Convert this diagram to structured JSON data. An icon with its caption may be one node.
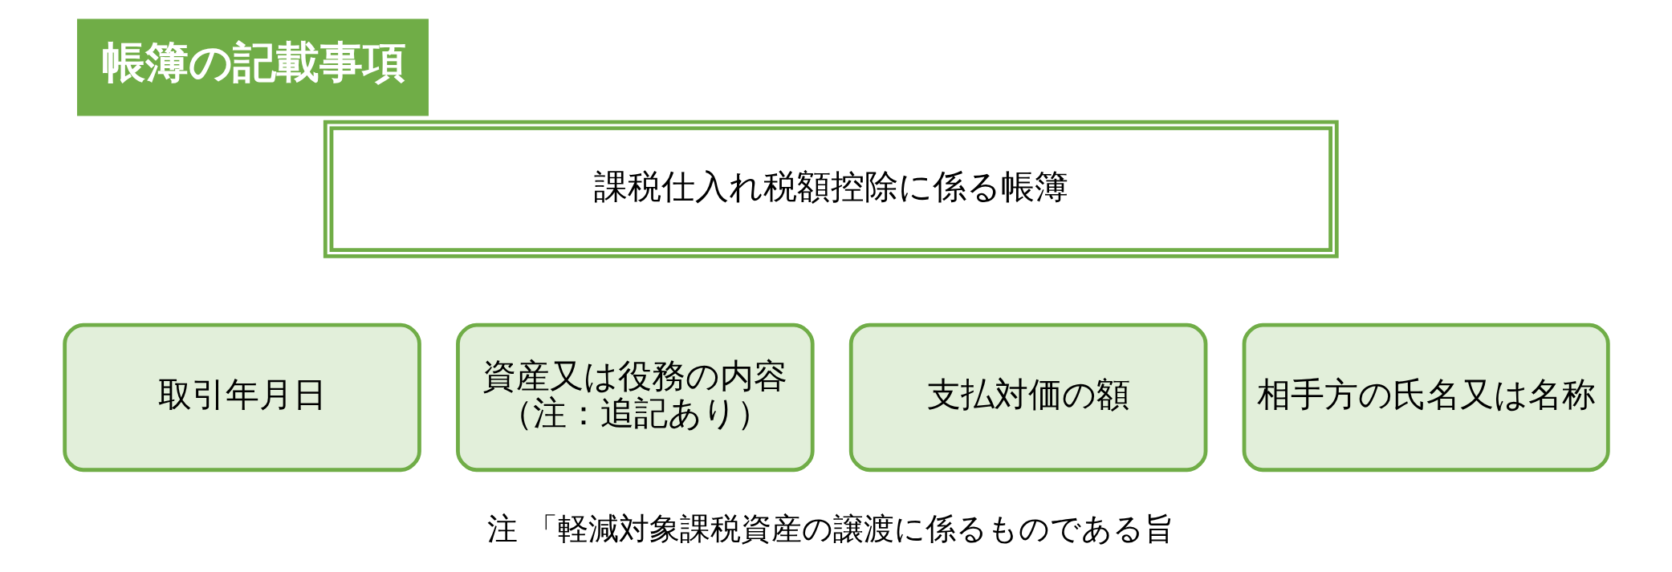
{
  "diagram": {
    "title": "帳簿の記載事項",
    "nodes": [
      {
        "text": [
          "課税仕入れ税額控除に係る帳簿"
        ]
      },
      {
        "text": [
          "取引年月日"
        ]
      },
      {
        "text": [
          "資産又は役務の内容",
          "（注：追記あり）"
        ]
      },
      {
        "text": [
          "支払対価の額"
        ]
      },
      {
        "text": [
          "相手方の氏名又は名称"
        ]
      }
    ],
    "labels": [
      "注 「軽減対象課税資産の譲渡に係るものである旨"
    ]
  }
}
